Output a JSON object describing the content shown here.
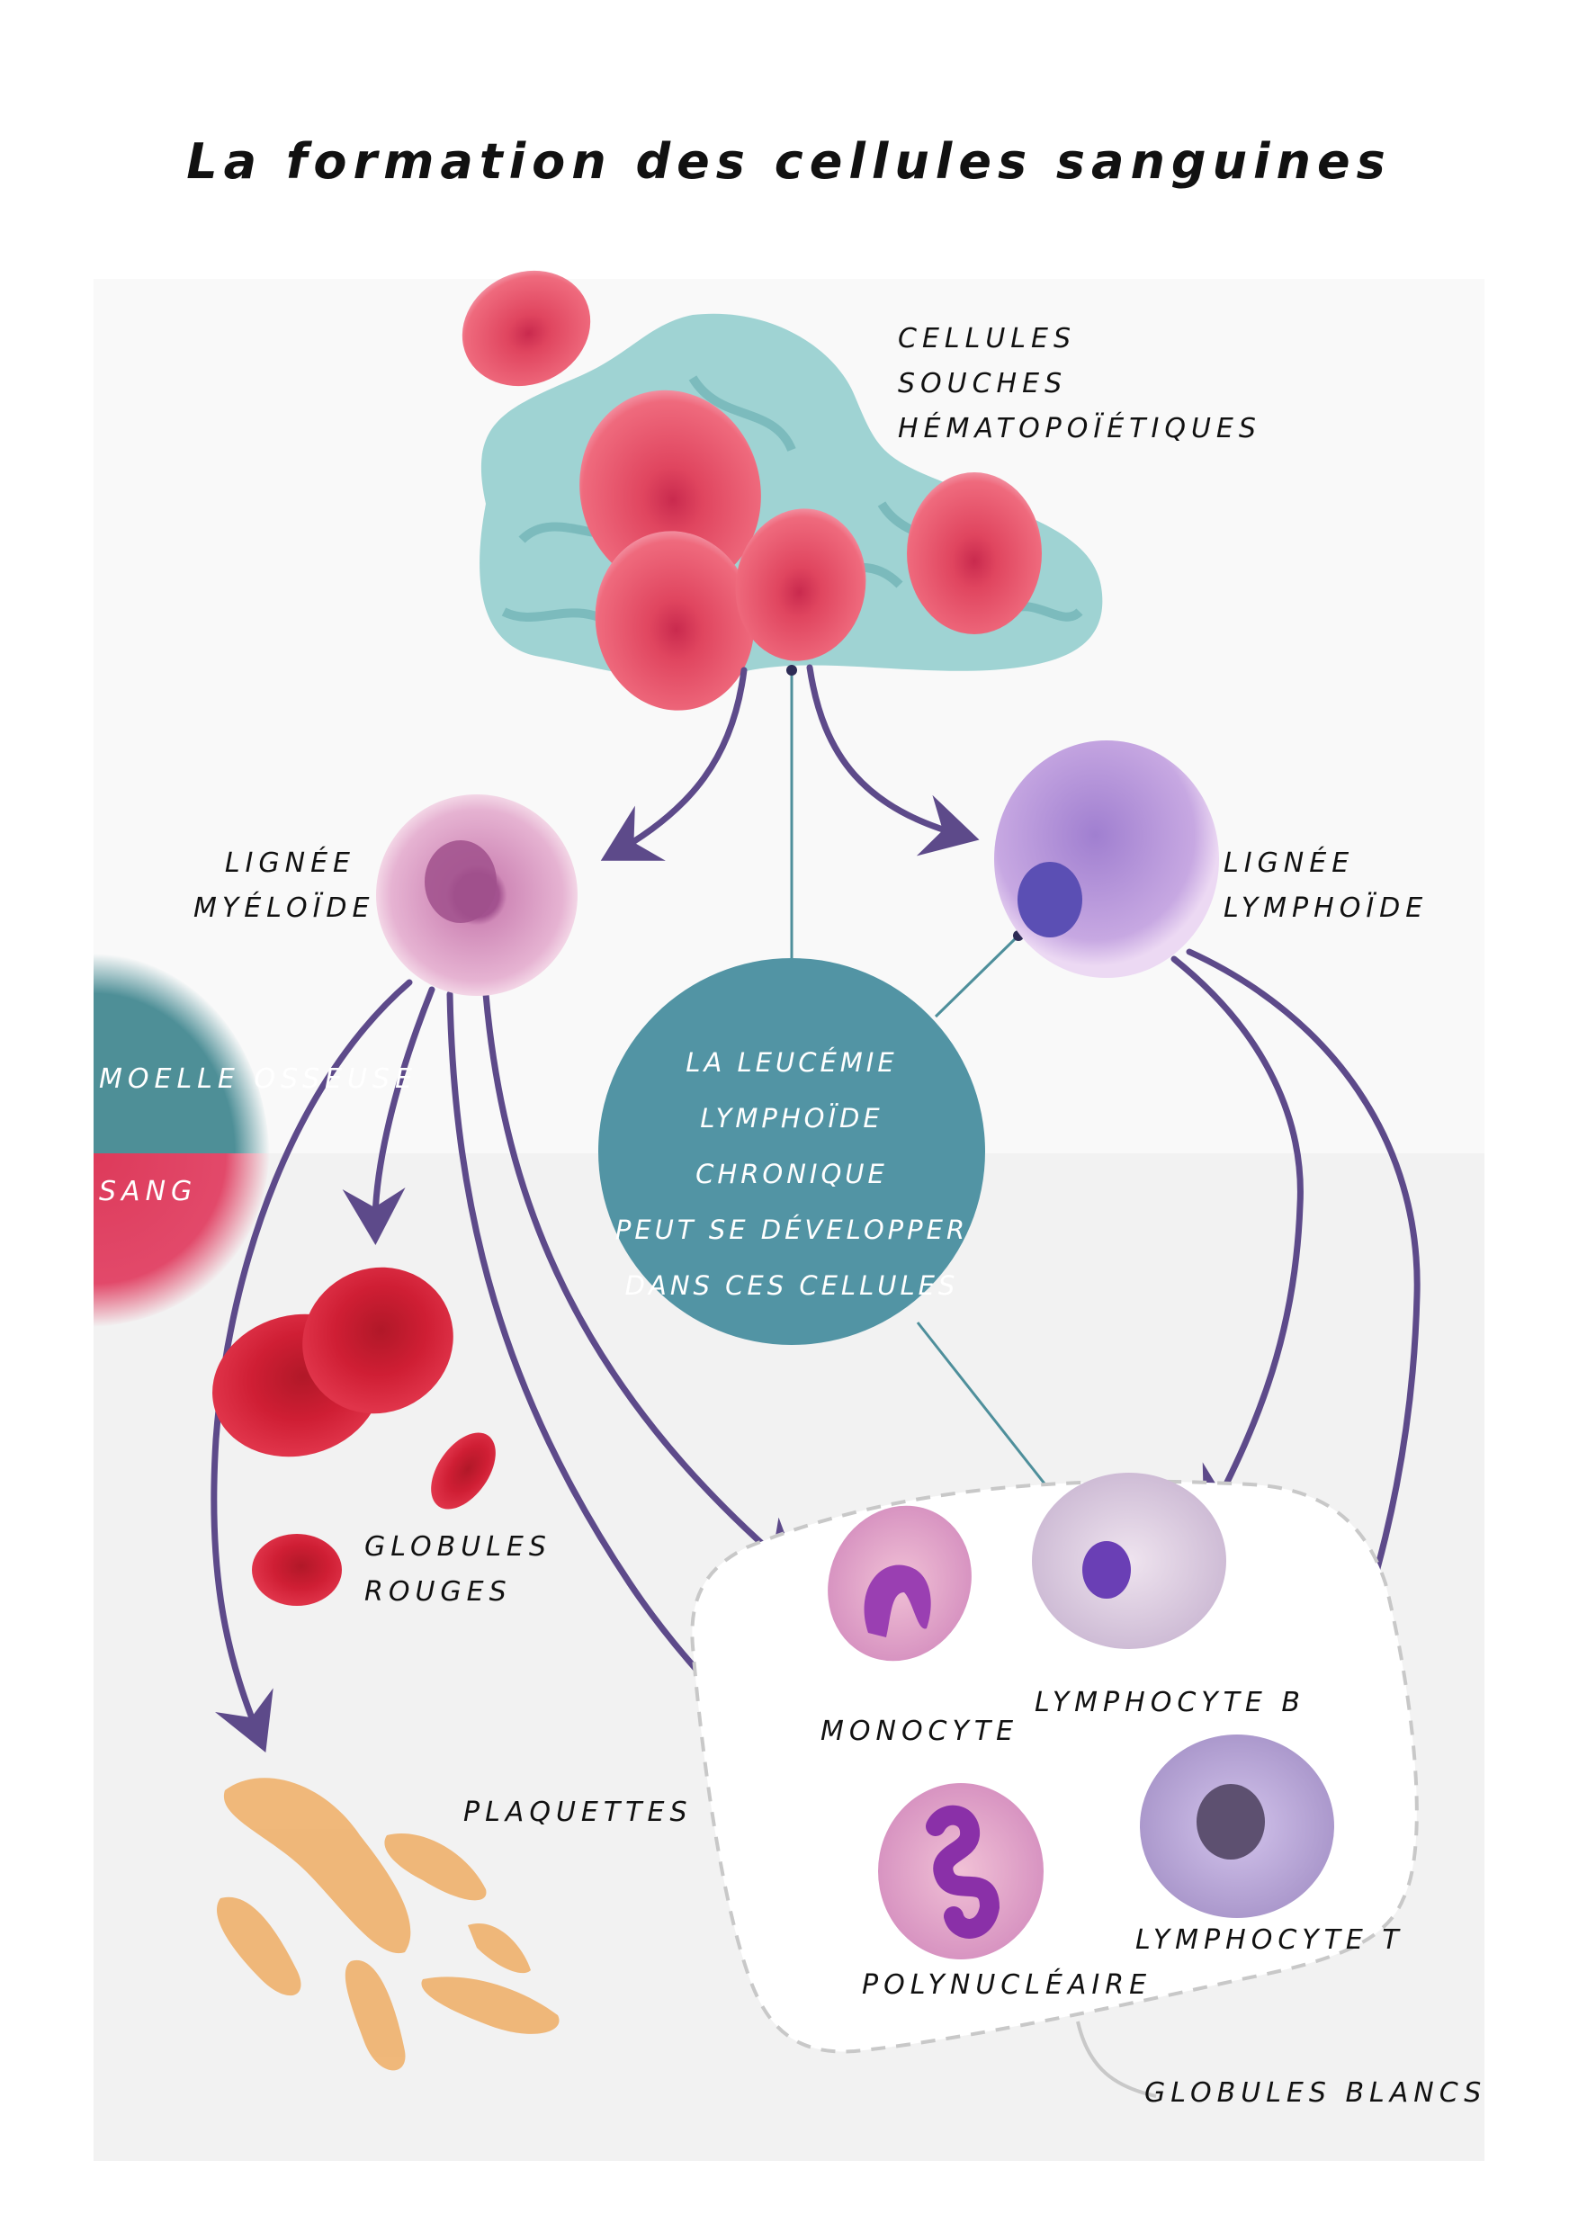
{
  "title": "La formation des cellules sanguines",
  "zones": {
    "bone_marrow": "Moelle osseuse",
    "blood": "Sang"
  },
  "labels": {
    "stem_cells": [
      "Cellules",
      "souches",
      "hématopoïétiques"
    ],
    "myeloid_line": [
      "Lignée",
      "myéloïde"
    ],
    "lymphoid_line": [
      "Lignée",
      "lymphoïde"
    ],
    "red_cells": [
      "Globules",
      "rouges"
    ],
    "platelets": "Plaquettes",
    "monocyte": "Monocyte",
    "lymphocyte_b": "Lymphocyte B",
    "polynuclear": "Polynucléaire",
    "lymphocyte_t": "Lymphocyte T",
    "white_cells": "Globules blancs"
  },
  "callout": {
    "lines": [
      "La leucémie",
      "lymphoïde chronique",
      "peut se développer",
      "dans ces cellules"
    ]
  },
  "flow": [
    {
      "from": "stem_cells",
      "to": "myeloid_line"
    },
    {
      "from": "stem_cells",
      "to": "lymphoid_line"
    },
    {
      "from": "myeloid_line",
      "to": "platelets"
    },
    {
      "from": "myeloid_line",
      "to": "red_cells"
    },
    {
      "from": "myeloid_line",
      "to": "polynuclear"
    },
    {
      "from": "myeloid_line",
      "to": "monocyte"
    },
    {
      "from": "lymphoid_line",
      "to": "lymphocyte_b"
    },
    {
      "from": "lymphoid_line",
      "to": "lymphocyte_t"
    }
  ],
  "colors": {
    "arrow": "#5d4a8a",
    "callout": "#5294a4",
    "bone_marrow_zone": "#4e8f97",
    "blood_zone": "#dd3a5a",
    "stem_cell": "#e2485f",
    "marrow_tissue": "#9fd3d3",
    "myeloid_cell": "#d99cc4",
    "lymphoid_cell": "#a98ad3",
    "red_cell": "#cf1e34",
    "platelet": "#efb16d"
  }
}
